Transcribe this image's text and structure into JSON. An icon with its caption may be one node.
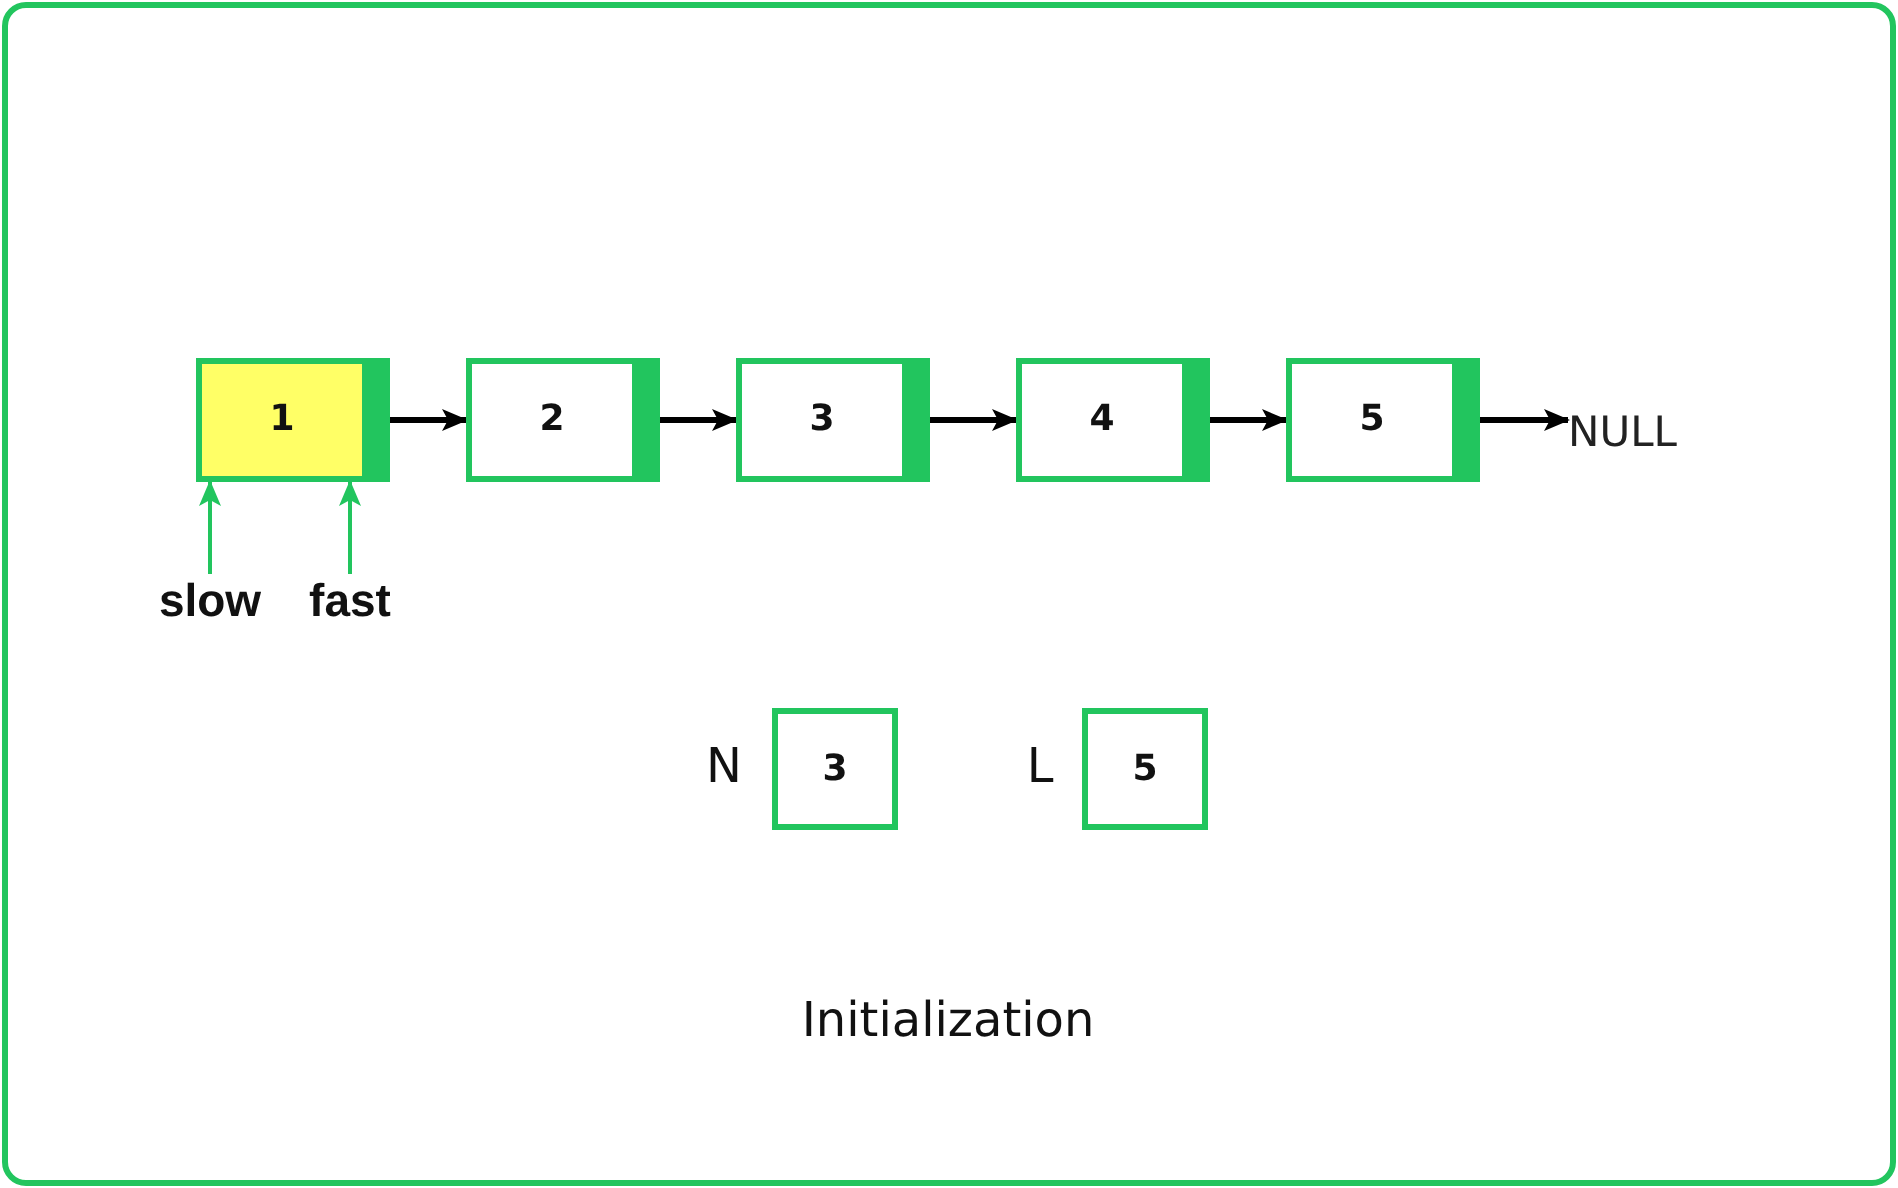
{
  "diagram": {
    "caption": "Initialization",
    "nodes": [
      {
        "text": [
          "1"
        ]
      },
      {
        "text": [
          "2"
        ]
      },
      {
        "text": [
          "3"
        ]
      },
      {
        "text": [
          "4"
        ]
      },
      {
        "text": [
          "5"
        ]
      },
      {
        "text": [
          "NULL"
        ]
      },
      {
        "text": [
          "slow"
        ]
      },
      {
        "text": [
          "fast"
        ]
      },
      {
        "text": [
          "3"
        ],
        "beside": [
          "N"
        ]
      },
      {
        "text": [
          "5"
        ],
        "beside": [
          "L"
        ]
      }
    ],
    "edges": [
      {
        "from": 0,
        "to": 1,
        "arrow": "to"
      },
      {
        "from": 1,
        "to": 2,
        "arrow": "to"
      },
      {
        "from": 2,
        "to": 3,
        "arrow": "to"
      },
      {
        "from": 3,
        "to": 4,
        "arrow": "to"
      },
      {
        "from": 4,
        "to": 5,
        "arrow": "to"
      },
      {
        "from": 6,
        "to": 0,
        "arrow": "to",
        "color": "#22c55e"
      },
      {
        "from": 7,
        "to": 0,
        "arrow": "to",
        "color": "#22c55e"
      }
    ]
  }
}
